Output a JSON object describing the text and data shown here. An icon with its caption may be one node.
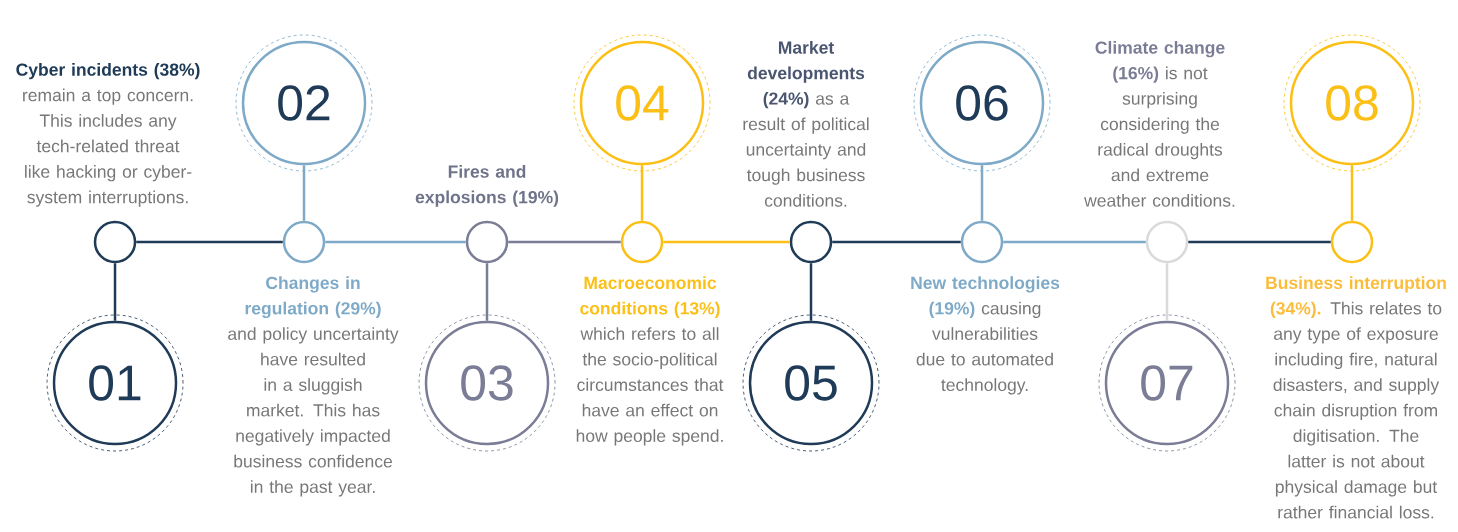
{
  "diagram": {
    "nodes": [
      {
        "text": [],
        "shape": "circle",
        "beside": [
          "**Cyber incidents (38%)** remain a top concern. This includes any tech-related threat like hacking or cyber-system interruptions."
        ]
      },
      {
        "text": [],
        "shape": "circle",
        "beside": [
          "**Changes in regulation (29%)** and policy uncertainty have resulted in a sluggish market. This has negatively impacted business confidence in the past year."
        ]
      },
      {
        "text": [],
        "shape": "circle",
        "beside": [
          "Fires and explosions (19%)"
        ]
      },
      {
        "text": [],
        "shape": "circle",
        "beside": [
          "**Macroeconomic conditions (13%)** which refers to all the socio-political circumstances that have an effect on how people spend."
        ]
      },
      {
        "text": [],
        "shape": "circle",
        "beside": [
          "**Market developments (24%)** as a result of political uncertainty and tough business conditions."
        ]
      },
      {
        "text": [],
        "shape": "circle",
        "beside": [
          "**New technologies (19%)** causing vulnerabilities due to automated technology."
        ]
      },
      {
        "text": [],
        "shape": "circle",
        "beside": [
          "**Climate change (16%)** is not surprising considering the radical droughts and extreme weather conditions."
        ]
      },
      {
        "text": [],
        "shape": "circle",
        "beside": [
          "**Business interruption (34%).** This relates to any type of exposure including fire, natural disasters, and supply chain disruption from digitisation. The latter is not about physical damage but rather financial loss."
        ]
      },
      {
        "text": [
          "01"
        ]
      },
      {
        "text": [
          "02"
        ]
      },
      {
        "text": [
          "03"
        ]
      },
      {
        "text": [
          "04"
        ]
      },
      {
        "text": [
          "05"
        ]
      },
      {
        "text": [
          "06"
        ]
      },
      {
        "text": [
          "07"
        ]
      },
      {
        "text": [
          "08"
        ]
      }
    ],
    "edges": [
      {
        "from": 0,
        "to": 1,
        "arrow": "none"
      },
      {
        "from": 1,
        "to": 2,
        "arrow": "none",
        "color": "#7eaac8"
      },
      {
        "from": 2,
        "to": 3,
        "arrow": "none",
        "color": "#7a7d95"
      },
      {
        "from": 3,
        "to": 4,
        "arrow": "none",
        "color": "#fbbf16"
      },
      {
        "from": 4,
        "to": 5,
        "arrow": "none"
      },
      {
        "from": 5,
        "to": 6,
        "arrow": "none",
        "color": "#7eaac8"
      },
      {
        "from": 6,
        "to": 7,
        "arrow": "none"
      },
      {
        "from": 0,
        "to": 8,
        "arrow": "none"
      },
      {
        "from": 1,
        "to": 9,
        "arrow": "none",
        "color": "#7eaac8"
      },
      {
        "from": 2,
        "to": 10,
        "arrow": "none",
        "color": "#7a7d95"
      },
      {
        "from": 3,
        "to": 11,
        "arrow": "none",
        "color": "#fbbf16"
      },
      {
        "from": 4,
        "to": 12,
        "arrow": "none"
      },
      {
        "from": 5,
        "to": 13,
        "arrow": "none",
        "color": "#7eaac8"
      },
      {
        "from": 6,
        "to": 14,
        "arrow": "none",
        "color": "#dadada"
      },
      {
        "from": 7,
        "to": 15,
        "arrow": "none",
        "color": "#fbbf16"
      }
    ]
  }
}
